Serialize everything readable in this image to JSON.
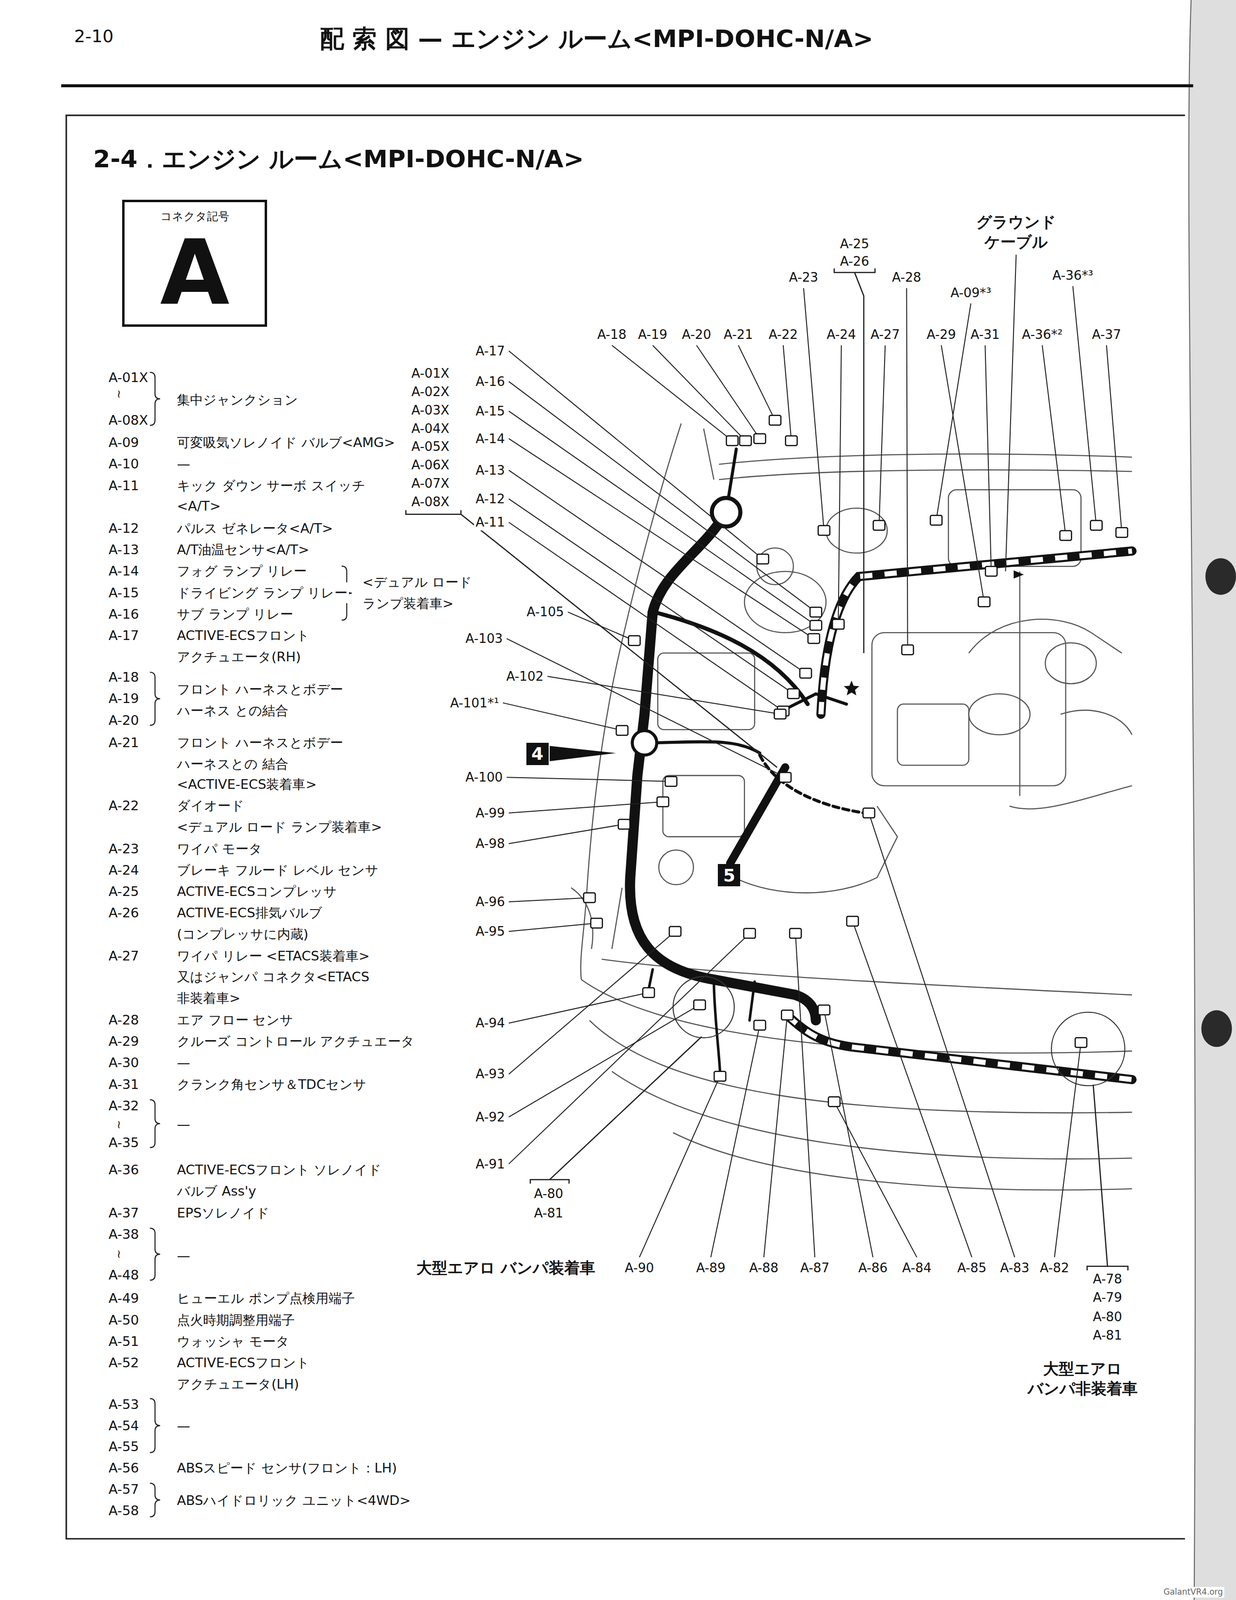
{
  "diagram": {
    "title": "配 索 図 — エンジン ルーム<MPI-DOHC-N/A>",
    "nodes": [
      {
        "text": [
          "コネクタ記号",
          "A"
        ]
      },
      {
        "text": [
          "4"
        ]
      },
      {
        "text": [
          "5"
        ]
      }
    ],
    "labels": [
      "2-10",
      "2-4．エンジン ルーム<MPI-DOHC-N/A>",
      "A-01X",
      "≀",
      "A-08X",
      "集中ジャンクション",
      "A-09",
      "可変吸気ソレノイド バルブ<AMG>",
      "A-10",
      "—",
      "A-11",
      "キック ダウン サーボ スイッチ",
      "<A/T>",
      "A-12",
      "パルス ゼネレータ<A/T>",
      "A-13",
      "A/T油温センサ<A/T>",
      "A-14",
      "フォグ ランプ リレー",
      "A-15",
      "ドライビング ランプ リレー",
      "A-16",
      "サブ ランプ リレー",
      "<デュアル ロード ランプ装着車>",
      "A-17",
      "ACTIVE-ECSフロント アクチュエータ(RH)",
      "A-18",
      "A-19",
      "A-20",
      "フロント ハーネスとボデー ハーネス との結合",
      "A-21",
      "フロント ハーネスとボデー ハーネスとの 結合",
      "<ACTIVE-ECS装着車>",
      "A-22",
      "ダイオード",
      "<デュアル ロード ランプ装着車>",
      "A-23",
      "ワイパ モータ",
      "A-24",
      "ブレーキ フルード レベル センサ",
      "A-25",
      "ACTIVE-ECSコンプレッサ",
      "A-26",
      "ACTIVE-ECS排気バルブ",
      "(コンプレッサに内蔵)",
      "A-27",
      "ワイパ リレー <ETACS装着車> 又はジャンパ コネクタ<ETACS 非装着車>",
      "A-28",
      "エア フロー センサ",
      "A-29",
      "クルーズ コントロール アクチュエータ",
      "A-30",
      "—",
      "A-31",
      "クランク角センサ＆TDCセンサ",
      "A-32",
      "≀",
      "A-35",
      "—",
      "A-36",
      "ACTIVE-ECSフロント ソレノイド バルブ Ass'y",
      "A-37",
      "EPSソレノイド",
      "A-38",
      "≀",
      "A-48",
      "—",
      "A-49",
      "ヒューエル ポンプ点検用端子",
      "A-50",
      "点火時期調整用端子",
      "A-51",
      "ウォッシャ モータ",
      "A-52",
      "ACTIVE-ECSフロント アクチュエータ(LH)",
      "A-53",
      "A-54",
      "A-55",
      "—",
      "A-56",
      "ABSスピード センサ(フロント：LH)",
      "A-57",
      "A-58",
      "ABSハイドロリック ユニット<4WD>",
      "グラウンド ケーブル",
      "A-25",
      "A-26",
      "A-23",
      "A-28",
      "A-09*³",
      "A-36*³",
      "A-18",
      "A-19",
      "A-20",
      "A-21",
      "A-22",
      "A-24",
      "A-27",
      "A-29",
      "A-31",
      "A-36*²",
      "A-37",
      "A-17",
      "A-16",
      "A-15",
      "A-14",
      "A-13",
      "A-12",
      "A-11",
      "A-01X",
      "A-02X",
      "A-03X",
      "A-04X",
      "A-05X",
      "A-06X",
      "A-07X",
      "A-08X",
      "A-105",
      "A-103",
      "A-102",
      "A-101*¹",
      "A-100",
      "A-99",
      "A-98",
      "A-96",
      "A-95",
      "A-94",
      "A-93",
      "A-92",
      "A-91",
      "A-80",
      "A-81",
      "大型エアロ バンパ装着車",
      "A-90",
      "A-89",
      "A-88",
      "A-87",
      "A-86",
      "A-84",
      "A-85",
      "A-83",
      "A-82",
      "A-78",
      "A-79",
      "A-80",
      "A-81",
      "大型エアロ バンパ非装着車",
      "GalantVR4.org"
    ]
  }
}
